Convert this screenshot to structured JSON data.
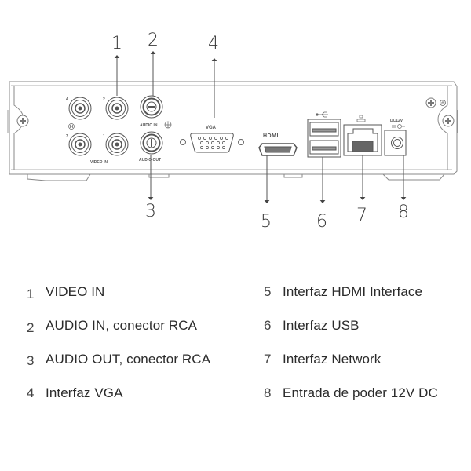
{
  "diagram": {
    "title": "DVR rear panel connectors",
    "callouts": [
      {
        "number": "1",
        "target": "video-in"
      },
      {
        "number": "2",
        "target": "audio-in"
      },
      {
        "number": "3",
        "target": "audio-out"
      },
      {
        "number": "4",
        "target": "vga"
      },
      {
        "number": "5",
        "target": "hdmi"
      },
      {
        "number": "6",
        "target": "usb"
      },
      {
        "number": "7",
        "target": "network"
      },
      {
        "number": "8",
        "target": "power"
      }
    ],
    "panel_labels": {
      "video_in": "VIDEO IN",
      "audio_in": "AUDIO IN",
      "audio_out": "AUDIO OUT",
      "vga": "VGA",
      "hdmi": "HDMI",
      "dc": "DC12V",
      "bnc_numbers": [
        "4",
        "2",
        "3",
        "1"
      ]
    },
    "legend_left": [
      {
        "number": "1",
        "text": "VIDEO IN"
      },
      {
        "number": "2",
        "text": "AUDIO IN, conector RCA"
      },
      {
        "number": "3",
        "text": "AUDIO OUT, conector RCA"
      },
      {
        "number": "4",
        "text": "Interfaz VGA"
      }
    ],
    "legend_right": [
      {
        "number": "5",
        "text": "Interfaz HDMI Interface"
      },
      {
        "number": "6",
        "text": "Interfaz USB"
      },
      {
        "number": "7",
        "text": "Interfaz Network"
      },
      {
        "number": "8",
        "text": "Entrada de poder 12V DC"
      }
    ]
  }
}
